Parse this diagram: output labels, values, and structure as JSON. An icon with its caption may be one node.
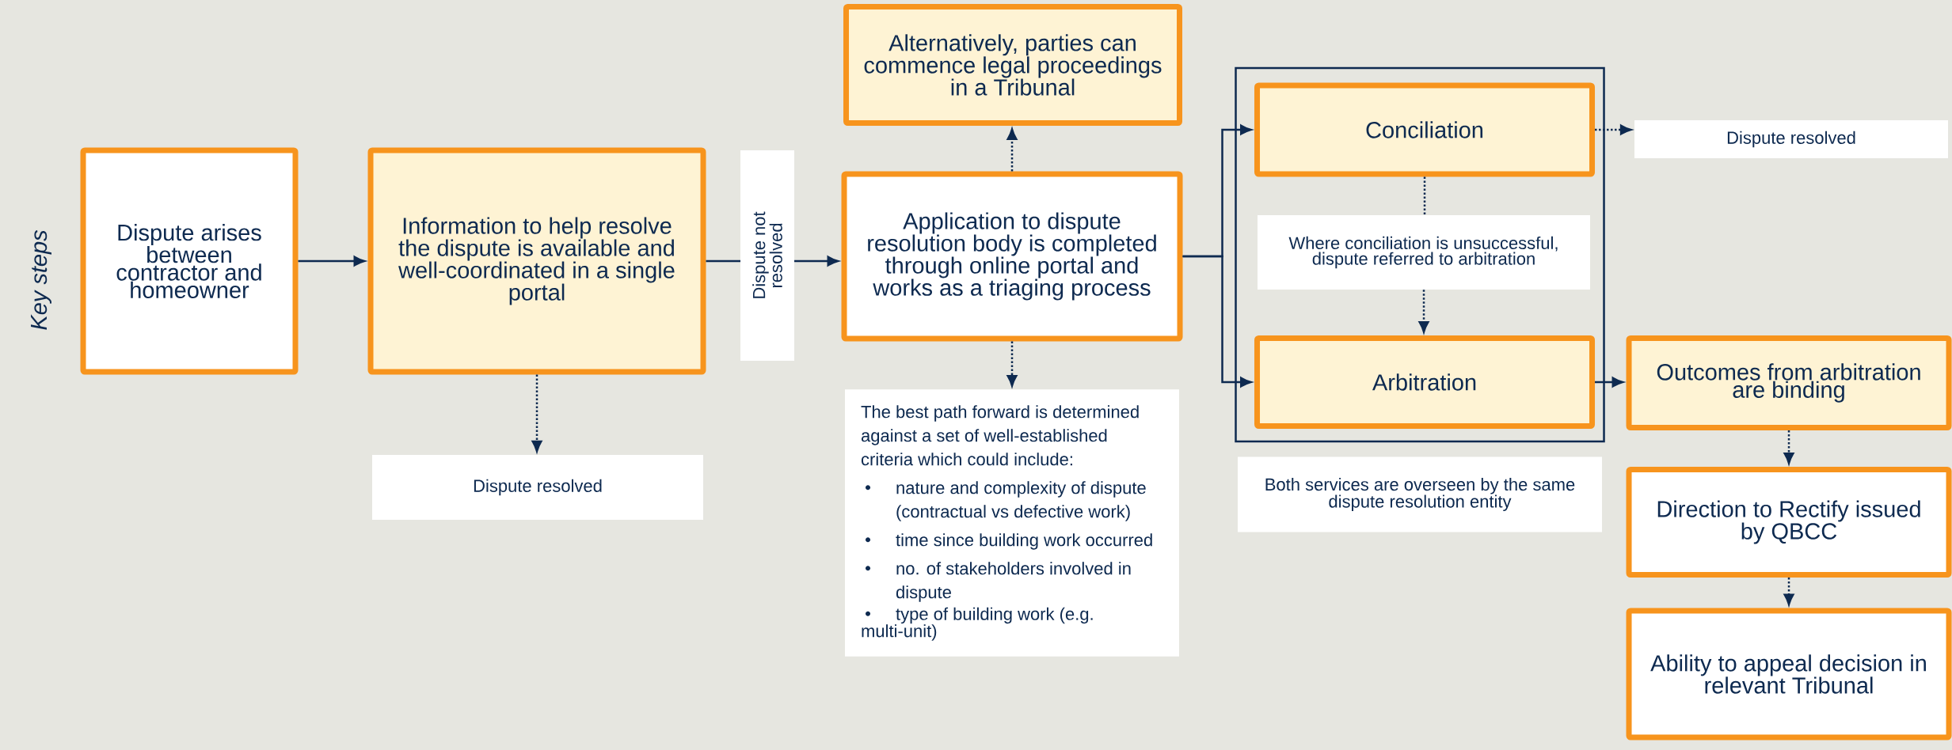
{
  "diagram": {
    "nodes": [
      {
        "text": [
          "Dispute arises between contractor and homeowner"
        ]
      },
      {
        "text": [
          "Information to help resolve the dispute is available and well-coordinated in a single portal"
        ]
      },
      {
        "text": [
          "Dispute resolved"
        ]
      },
      {
        "text": [
          "Alternatively, parties can commence legal proceedings in a Tribunal"
        ]
      },
      {
        "text": [
          "Application to dispute resolution body is completed through online portal and works as a triaging process"
        ]
      },
      {
        "text": [
          "The best path forward is determined against a set of well-established criteria which could include:",
          "nature and complexity of dispute (contractual vs defective work)",
          "time since building work occurred",
          "no. of stakeholders involved in dispute",
          "type of building work (e.g. multi-unit)"
        ]
      },
      {
        "text": [],
        "shape": "box"
      },
      {
        "text": [
          "Conciliation"
        ],
        "in": 6
      },
      {
        "text": [
          "Where conciliation is unsuccessful, dispute referred to arbitration"
        ],
        "in": 6
      },
      {
        "text": [
          "Arbitration"
        ],
        "in": 6
      },
      {
        "text": [
          "Dispute resolved"
        ]
      },
      {
        "text": [
          "Both services are overseen by the same dispute resolution entity"
        ]
      },
      {
        "text": [
          "Outcomes from arbitration are binding"
        ]
      },
      {
        "text": [
          "Direction to Rectify issued by QBCC"
        ]
      },
      {
        "text": [
          "Ability to appeal decision in relevant Tribunal"
        ]
      }
    ],
    "edges": [
      {
        "from": 0,
        "to": 1,
        "arrow": "to"
      },
      {
        "from": 1,
        "to": 2,
        "arrow": "to",
        "style": "dashed"
      },
      {
        "from": 1,
        "to": 4,
        "arrow": "to",
        "label": "Dispute not resolved"
      },
      {
        "from": 4,
        "to": 3,
        "arrow": "to",
        "style": "dashed"
      },
      {
        "from": 4,
        "to": 5,
        "arrow": "to",
        "style": "dashed"
      },
      {
        "from": 4,
        "to": 7,
        "arrow": "to"
      },
      {
        "from": 4,
        "to": 9,
        "arrow": "to"
      },
      {
        "from": 7,
        "to": 8,
        "arrow": "none",
        "style": "dashed"
      },
      {
        "from": 8,
        "to": 9,
        "arrow": "to",
        "style": "dashed"
      },
      {
        "from": 7,
        "to": 10,
        "arrow": "to",
        "style": "dashed"
      },
      {
        "from": 9,
        "to": 12,
        "arrow": "to"
      },
      {
        "from": 12,
        "to": 13,
        "arrow": "to",
        "style": "dashed"
      },
      {
        "from": 13,
        "to": 14,
        "arrow": "to",
        "style": "dashed"
      }
    ],
    "labels": [
      "Key steps"
    ]
  }
}
